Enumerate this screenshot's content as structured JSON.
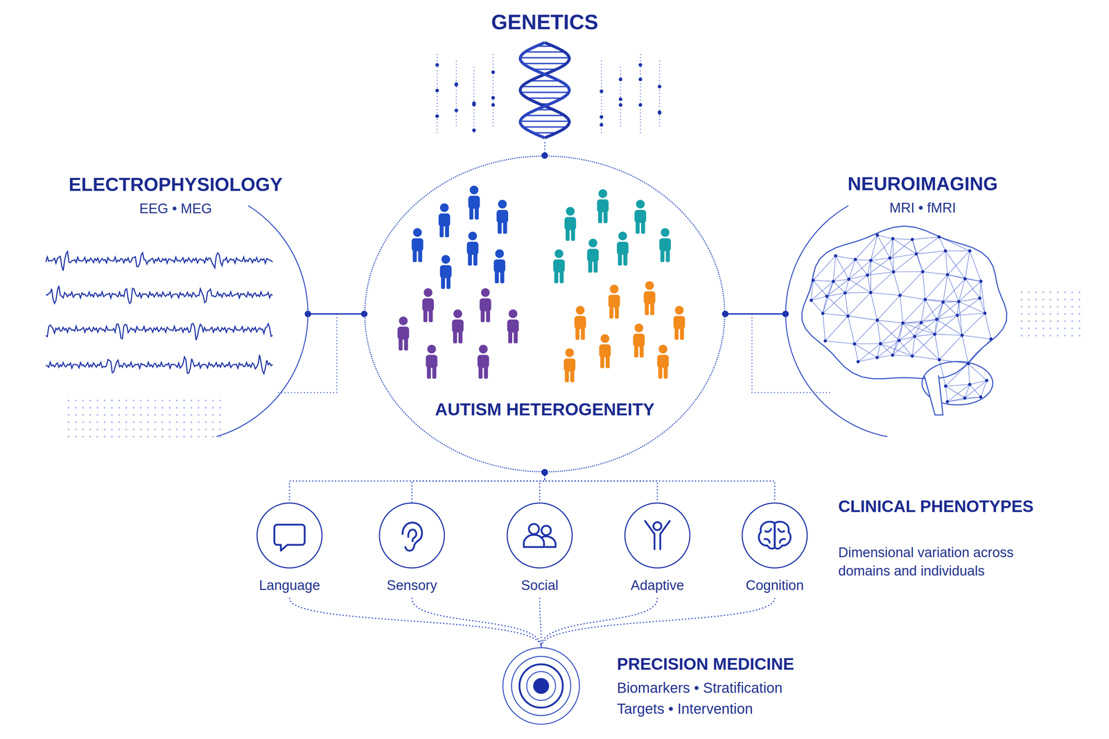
{
  "diagram": {
    "nodes": [
      {
        "text": [
          "GENETICS"
        ]
      },
      {
        "text": [
          "ELECTROPHYSIOLOGY",
          "EEG • MEG"
        ]
      },
      {
        "text": [
          "AUTISM HETEROGENEITY"
        ]
      },
      {
        "text": [
          "NEUROIMAGING",
          "MRI • fMRI"
        ]
      },
      {
        "text": [
          "Language"
        ]
      },
      {
        "text": [
          "Sensory"
        ]
      },
      {
        "text": [
          "Social"
        ]
      },
      {
        "text": [
          "Adaptive"
        ]
      },
      {
        "text": [
          "Cognition"
        ]
      },
      {
        "text": [
          "PRECISION MEDICINE",
          "Biomarkers • Stratification",
          "Targets • Intervention"
        ]
      }
    ],
    "edges": [
      {
        "from": 0,
        "to": 2,
        "arrow": "none"
      },
      {
        "from": 1,
        "to": 2,
        "arrow": "none"
      },
      {
        "from": 2,
        "to": 3,
        "arrow": "none"
      },
      {
        "from": 2,
        "to": 4,
        "arrow": "none"
      },
      {
        "from": 2,
        "to": 5,
        "arrow": "none"
      },
      {
        "from": 2,
        "to": 6,
        "arrow": "none"
      },
      {
        "from": 2,
        "to": 7,
        "arrow": "none"
      },
      {
        "from": 2,
        "to": 8,
        "arrow": "none"
      },
      {
        "from": 4,
        "to": 9,
        "arrow": "none"
      },
      {
        "from": 5,
        "to": 9,
        "arrow": "none"
      },
      {
        "from": 6,
        "to": 9,
        "arrow": "none"
      },
      {
        "from": 7,
        "to": 9,
        "arrow": "none"
      },
      {
        "from": 8,
        "to": 9,
        "arrow": "none"
      }
    ],
    "labels": [
      "CLINICAL PHENOTYPES",
      "Dimensional variation across domains and individuals"
    ]
  }
}
